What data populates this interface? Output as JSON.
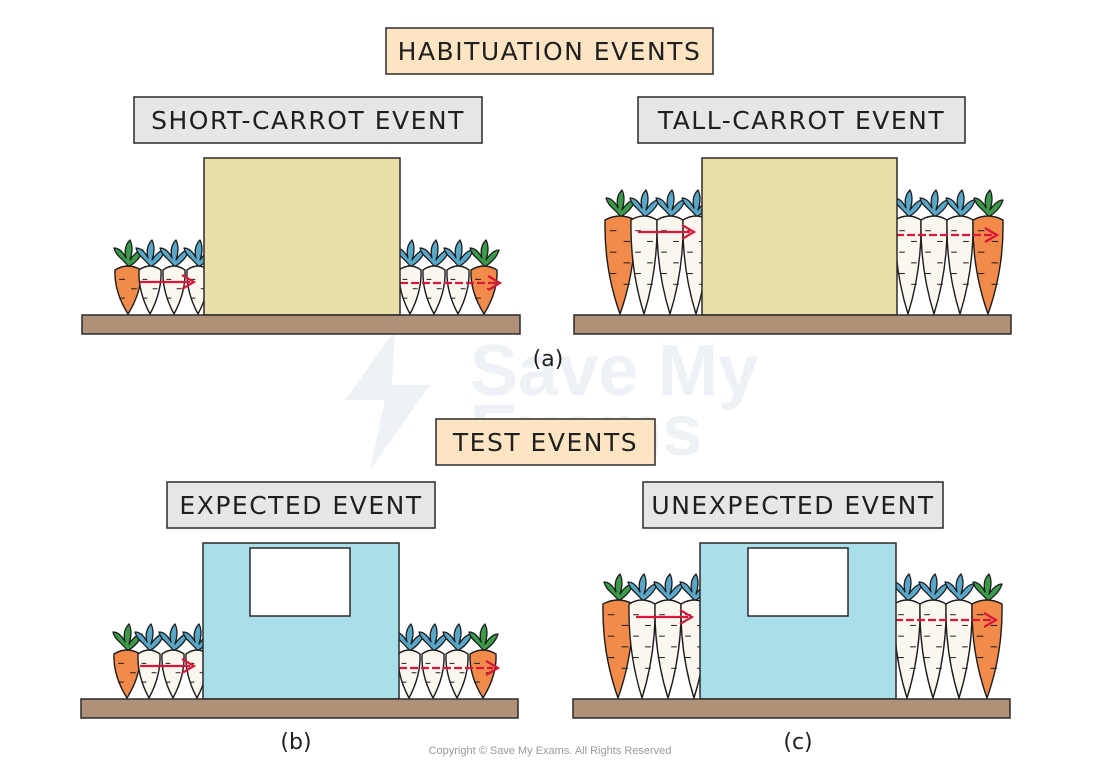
{
  "sections": {
    "habituation": {
      "title": "HABITUATION EVENTS"
    },
    "test": {
      "title": "TEST EVENTS"
    }
  },
  "panels": {
    "short": {
      "label": "SHORT-CARROT EVENT"
    },
    "tall": {
      "label": "TALL-CARROT EVENT"
    },
    "expected": {
      "label": "EXPECTED EVENT"
    },
    "unexpected": {
      "label": "UNEXPECTED EVENT"
    }
  },
  "captions": {
    "a": "(a)",
    "b": "(b)",
    "c": "(c)"
  },
  "watermark": {
    "line1": "Save My",
    "line2": "Exams"
  },
  "copyright": "Copyright © Save My Exams. All Rights Reserved",
  "colors": {
    "section_fill": "#fde5c3",
    "panel_label_fill": "#e6e6e6",
    "shelf": "#b09077",
    "screen_habituation": "#e8e0a8",
    "screen_test": "#a9dfe8",
    "arrow": "#d8173a",
    "carrot_orange": "#f28a4a",
    "carrot_white": "#fbf7ef",
    "leaf_green": "#3a9a4a",
    "leaf_blue": "#58a7c9"
  }
}
